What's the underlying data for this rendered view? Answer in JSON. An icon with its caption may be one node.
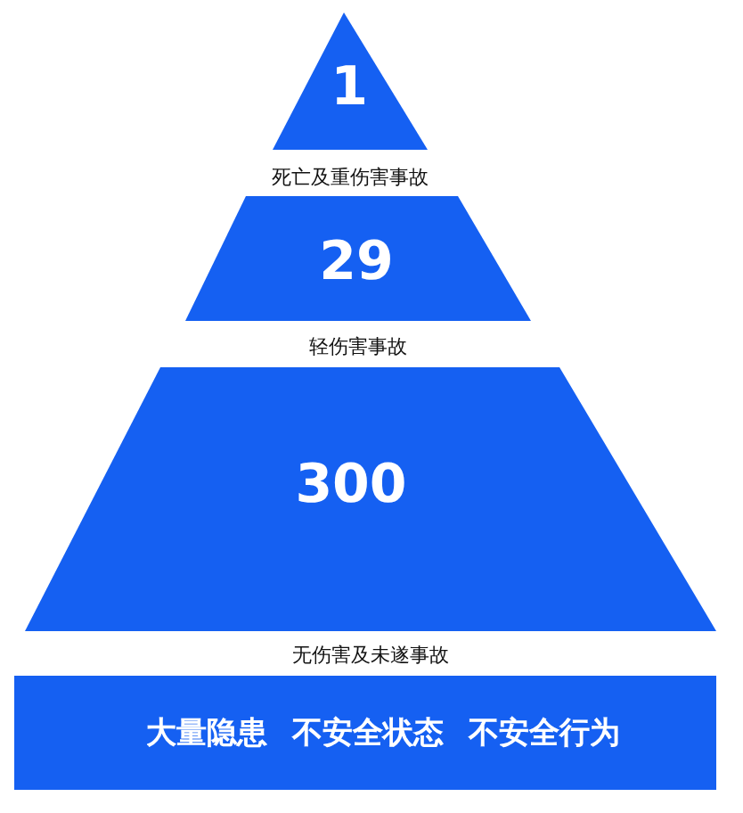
{
  "diagram": {
    "nodes": [
      {
        "text": [
          "1"
        ],
        "beside": [
          "死亡及重伤害事故"
        ]
      },
      {
        "text": [
          "29"
        ],
        "beside": [
          "轻伤害事故"
        ]
      },
      {
        "text": [
          "300"
        ],
        "beside": [
          "无伤害及未遂事故"
        ]
      },
      {
        "text": [
          "大量隐患 不安全状态 不安全行为"
        ]
      }
    ]
  }
}
